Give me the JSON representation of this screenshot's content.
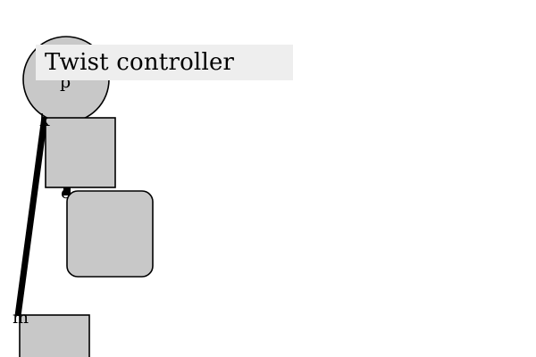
{
  "title": {
    "text": "Twist controller"
  },
  "nodes": {
    "p": {
      "label": "p"
    },
    "k": {
      "label": "k"
    },
    "c": {
      "label": "c"
    },
    "m": {
      "label": "m"
    }
  },
  "colors": {
    "background": "#ffffff",
    "shape_fill": "#c8c8c8",
    "shape_stroke": "#000000",
    "title_background": "#eeeeee"
  }
}
